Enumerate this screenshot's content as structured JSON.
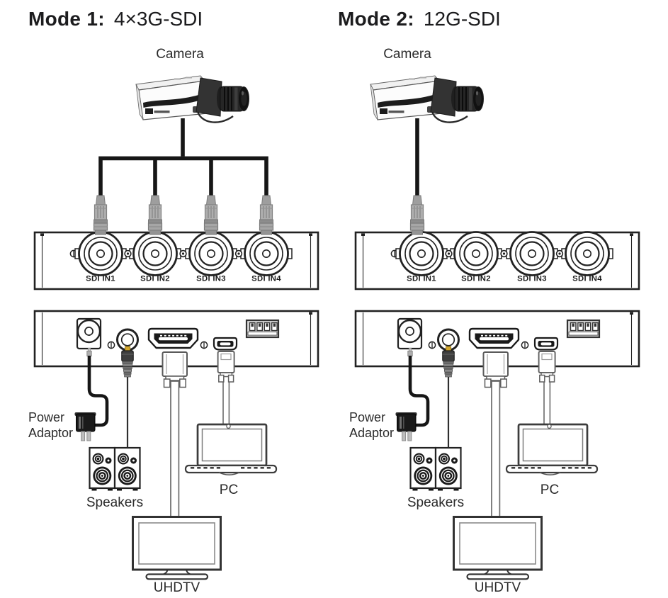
{
  "colors": {
    "line": "#222222",
    "cable": "#161616",
    "plug_gray": "#aeaeae",
    "toslink_tip": "#d2a52b",
    "text": "#2b2b2b"
  },
  "modes": [
    {
      "title_bold": "Mode 1:",
      "title_rest": "4×3G-SDI",
      "camera_label": "Camera",
      "sdi_ports": [
        "SDI IN1",
        "SDI IN2",
        "SDI IN3",
        "SDI IN4"
      ],
      "power_adaptor_label": [
        "Power",
        "Adaptor"
      ],
      "speakers_label": "Speakers",
      "pc_label": "PC",
      "tv_label": "UHDTV"
    },
    {
      "title_bold": "Mode 2:",
      "title_rest": "12G-SDI",
      "camera_label": "Camera",
      "sdi_ports": [
        "SDI IN1",
        "SDI IN2",
        "SDI IN3",
        "SDI IN4"
      ],
      "power_adaptor_label": [
        "Power",
        "Adaptor"
      ],
      "speakers_label": "Speakers",
      "pc_label": "PC",
      "tv_label": "UHDTV"
    }
  ]
}
